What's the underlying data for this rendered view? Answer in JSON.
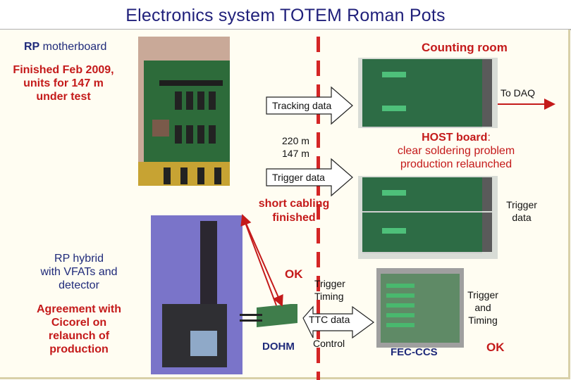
{
  "title": "Electronics system TOTEM Roman Pots",
  "labels": {
    "rp_motherboard_strong": "RP",
    "rp_motherboard_rest": " motherboard",
    "counting_room": "Counting room",
    "finished": [
      "Finished Feb 2009,",
      "units for 147 m",
      "under test"
    ],
    "to_daq": "To DAQ",
    "tracking_data": "Tracking data",
    "distance_220": "220 m",
    "distance_147": "147 m",
    "host_board_strong": "HOST board",
    "host_board_rest": ":",
    "host_status": [
      "clear soldering problem",
      "production relaunched"
    ],
    "trigger_data": "Trigger data",
    "short_cabling": [
      "short cabling",
      "finished"
    ],
    "trigger_data_right": [
      "Trigger",
      "data"
    ],
    "rp_hybrid": [
      "RP hybrid",
      "with VFATs and",
      "detector"
    ],
    "ok_left": "OK",
    "trigger_timing": [
      "Trigger",
      "Timing"
    ],
    "trigger_and_timing": [
      "Trigger",
      "and",
      "Timing"
    ],
    "agreement": [
      "Agreement with",
      "Cicorel on",
      "relaunch of",
      "production"
    ],
    "ttc_data": "TTC data",
    "dohm": "DOHM",
    "control": "Control",
    "fec_ccs": "FEC-CCS",
    "ok_right": "OK"
  },
  "colors": {
    "title": "#1f1f7a",
    "red_text": "#c41a1a",
    "navy_text": "#1f2a7a",
    "dashed_line": "#d42626",
    "arrow_red": "#c41a1a"
  }
}
